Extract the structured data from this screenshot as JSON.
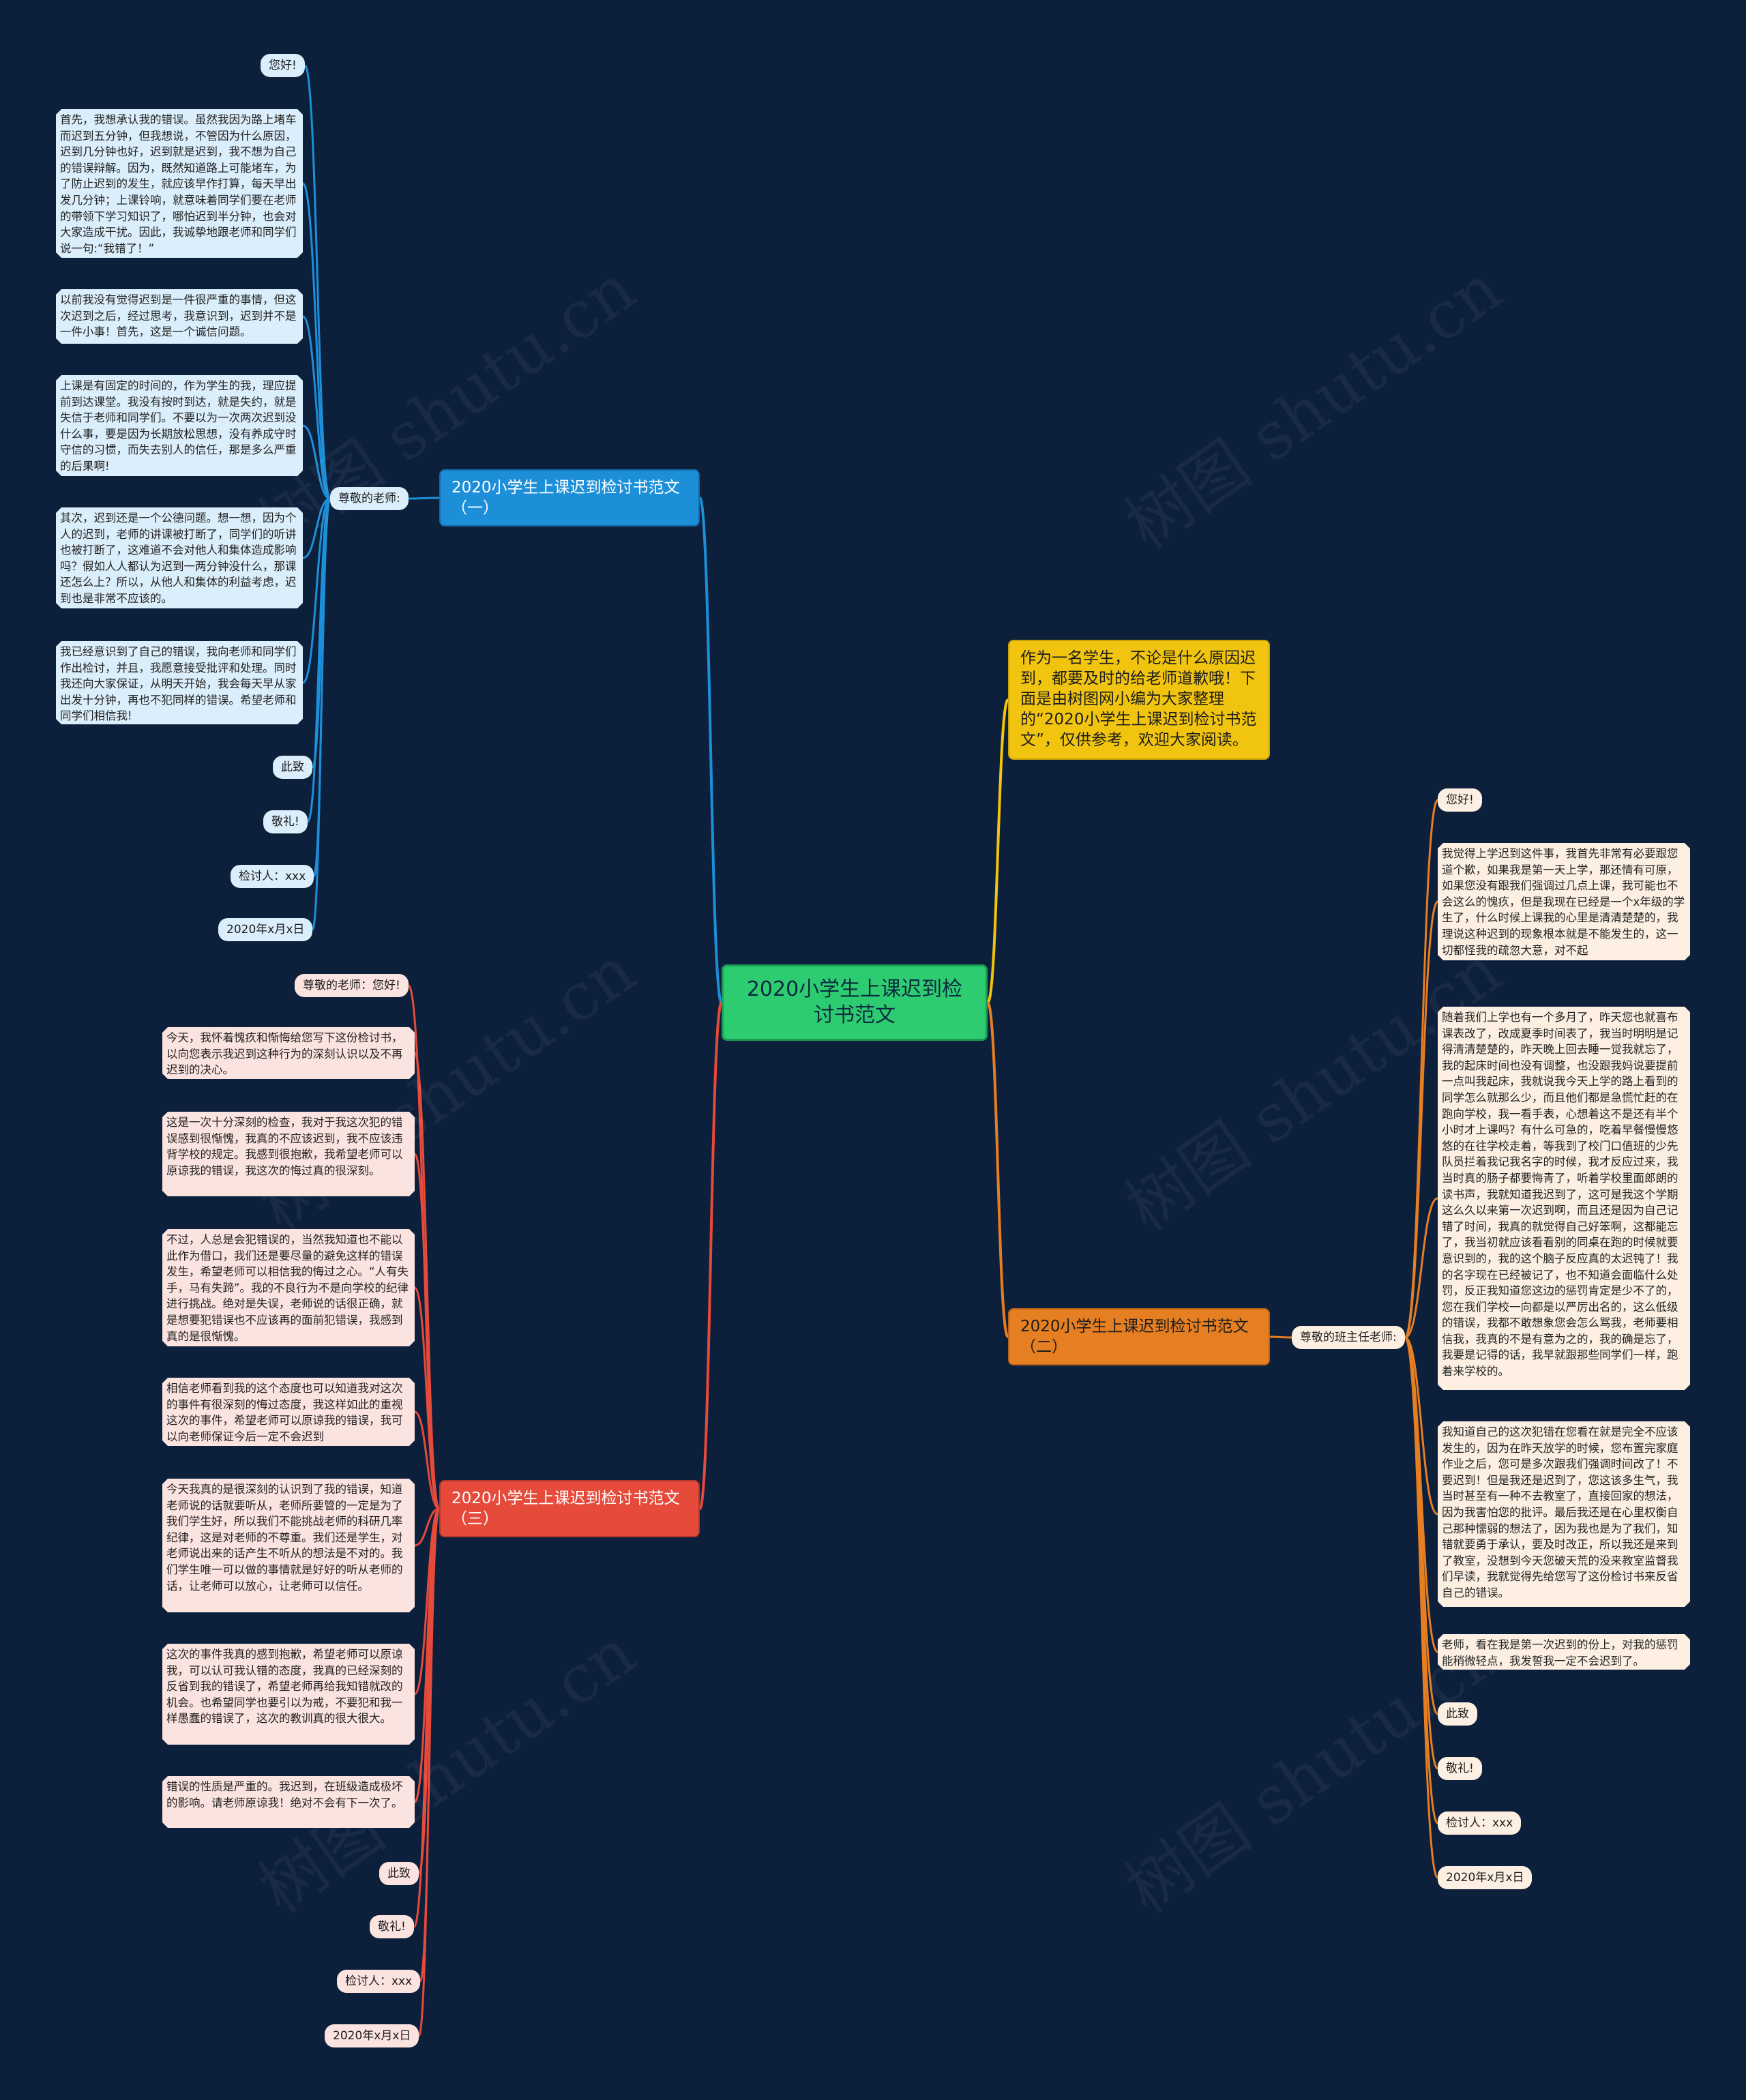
{
  "root": {
    "title": "2020小学生上课迟到检讨书范文"
  },
  "colors": {
    "background": "#0c1f3b",
    "root": "#2ecc71",
    "branch_one": "#1d8fd9",
    "branch_two": "#e67e22",
    "branch_three": "#e54a3b",
    "intro": "#f1c40f"
  },
  "intro": {
    "text": "作为一名学生，不论是什么原因迟到，都要及时的给老师道歉哦！下面是由树图网小编为大家整理的“2020小学生上课迟到检讨书范文”，仅供参考，欢迎大家阅读。"
  },
  "branch_one": {
    "title": "2020小学生上课迟到检讨书范文（一）",
    "salutation": "尊敬的老师:",
    "greeting": "您好!",
    "paragraphs": [
      "首先，我想承认我的错误。虽然我因为路上堵车而迟到五分钟，但我想说，不管因为什么原因，迟到几分钟也好，迟到就是迟到，我不想为自己的错误辩解。因为，既然知道路上可能堵车，为了防止迟到的发生，就应该早作打算，每天早出发几分钟；上课铃响，就意味着同学们要在老师的带领下学习知识了，哪怕迟到半分钟，也会对大家造成干扰。因此，我诚挚地跟老师和同学们说一句:“我错了！”",
      "以前我没有觉得迟到是一件很严重的事情，但这次迟到之后，经过思考，我意识到，迟到并不是一件小事！首先，这是一个诚信问题。",
      "上课是有固定的时间的，作为学生的我，理应提前到达课堂。我没有按时到达，就是失约，就是失信于老师和同学们。不要以为一次两次迟到没什么事，要是因为长期放松思想，没有养成守时守信的习惯，而失去别人的信任，那是多么严重的后果啊!",
      "其次，迟到还是一个公德问题。想一想，因为个人的迟到，老师的讲课被打断了，同学们的听讲也被打断了，这难道不会对他人和集体造成影响吗？假如人人都认为迟到一两分钟没什么，那课还怎么上？所以，从他人和集体的利益考虑，迟到也是非常不应该的。",
      "我已经意识到了自己的错误，我向老师和同学们作出检讨，并且，我愿意接受批评和处理。同时我还向大家保证，从明天开始，我会每天早从家出发十分钟，再也不犯同样的错误。希望老师和同学们相信我!"
    ],
    "closing": "此致",
    "salute": "敬礼!",
    "signer": "检讨人：xxx",
    "date": "2020年x月x日"
  },
  "branch_two": {
    "title": "2020小学生上课迟到检讨书范文（二）",
    "salutation": "尊敬的班主任老师:",
    "greeting": "您好!",
    "paragraphs": [
      "我觉得上学迟到这件事，我首先非常有必要跟您道个歉，如果我是第一天上学，那还情有可原，如果您没有跟我们强调过几点上课，我可能也不会这么的愧疚，但是我现在已经是一个x年级的学生了，什么时候上课我的心里是清清楚楚的，我理说这种迟到的现象根本就是不能发生的，这一切都怪我的疏忽大意，对不起",
      "随着我们上学也有一个多月了，昨天您也就喜布课表改了，改成夏季时间表了，我当时明明是记得清清楚楚的，昨天晚上回去睡一觉我就忘了，我的起床时间也没有调整，也没跟我妈说要提前一点叫我起床，我就说我今天上学的路上看到的同学怎么就那么少，而且他们都是急慌忙赶的在跑向学校，我一看手表，心想着这不是还有半个小时才上课吗？有什么可急的，吃着早餐慢慢悠悠的在往学校走着，等我到了校门口值班的少先队员拦着我记我名字的时候，我才反应过来，我当时真的肠子都要悔青了，听着学校里面郎朗的读书声，我就知道我迟到了，这可是我这个学期这么久以来第一次迟到啊，而且还是因为自己记错了时间，我真的就觉得自己好笨啊，这都能忘了，我当初就应该看看别的同桌在跑的时候就要意识到的，我的这个脑子反应真的太迟钝了！我的名字现在已经被记了，也不知道会面临什么处罚，反正我知道您这边的惩罚肯定是少不了的，您在我们学校一向都是以严厉出名的，这么低级的错误，我都不敢想象您会怎么骂我，老师要相信我，我真的不是有意为之的，我的确是忘了，我要是记得的话，我早就跟那些同学们一样，跑着来学校的。",
      "我知道自己的这次犯错在您看在就是完全不应该发生的，因为在昨天放学的时候，您布置完家庭作业之后，您可是多次跟我们强调时间改了！不要迟到！但是我还是迟到了，您这该多生气，我当时甚至有一种不去教室了，直接回家的想法，因为我害怕您的批评。最后我还是在心里权衡自己那种懦弱的想法了，因为我也是为了我们，知错就要勇于承认，要及时改正，所以我还是来到了教室，没想到今天您破天荒的没来教室监督我们早读，我就觉得先给您写了这份检讨书来反省自己的错误。",
      "老师，看在我是第一次迟到的份上，对我的惩罚能稍微轻点，我发誓我一定不会迟到了。"
    ],
    "closing": "此致",
    "salute": "敬礼!",
    "signer": "检讨人：xxx",
    "date": "2020年x月x日"
  },
  "branch_three": {
    "title": "2020小学生上课迟到检讨书范文（三）",
    "salutation": "尊敬的老师：您好!",
    "paragraphs": [
      "今天，我怀着愧疚和惭悔给您写下这份检讨书，以向您表示我迟到这种行为的深刻认识以及不再迟到的决心。",
      "这是一次十分深刻的检查，我对于我这次犯的错误感到很惭愧，我真的不应该迟到，我不应该违背学校的规定。我感到很抱歉，我希望老师可以原谅我的错误，我这次的悔过真的很深刻。",
      "不过，人总是会犯错误的，当然我知道也不能以此作为借口，我们还是要尽量的避免这样的错误发生，希望老师可以相信我的悔过之心。“人有失手，马有失蹄”。我的不良行为不是向学校的纪律进行挑战。绝对是失误，老师说的话很正确，就是想要犯错误也不应该再的面前犯错误，我感到真的是很惭愧。",
      "相信老师看到我的这个态度也可以知道我对这次的事件有很深刻的悔过态度，我这样如此的重视这次的事件，希望老师可以原谅我的错误，我可以向老师保证今后一定不会迟到",
      "今天我真的是很深刻的认识到了我的错误，知道老师说的话就要听从，老师所要管的一定是为了我们学生好，所以我们不能挑战老师的科研几率纪律，这是对老师的不尊重。我们还是学生，对老师说出来的话产生不听从的想法是不对的。我们学生唯一可以做的事情就是好好的听从老师的话，让老师可以放心，让老师可以信任。",
      "这次的事件我真的感到抱歉，希望老师可以原谅我，可以认可我认错的态度，我真的已经深刻的反省到我的错误了，希望老师再给我知错就改的机会。也希望同学也要引以为戒，不要犯和我一样愚蠢的错误了，这次的教训真的很大很大。",
      "错误的性质是严重的。我迟到，在班级造成极坏的影响。请老师原谅我！绝对不会有下一次了。"
    ],
    "closing": "此致",
    "salute": "敬礼!",
    "signer": "检讨人：xxx",
    "date": "2020年x月x日"
  },
  "watermark": {
    "text": "树图 shutu.cn"
  }
}
